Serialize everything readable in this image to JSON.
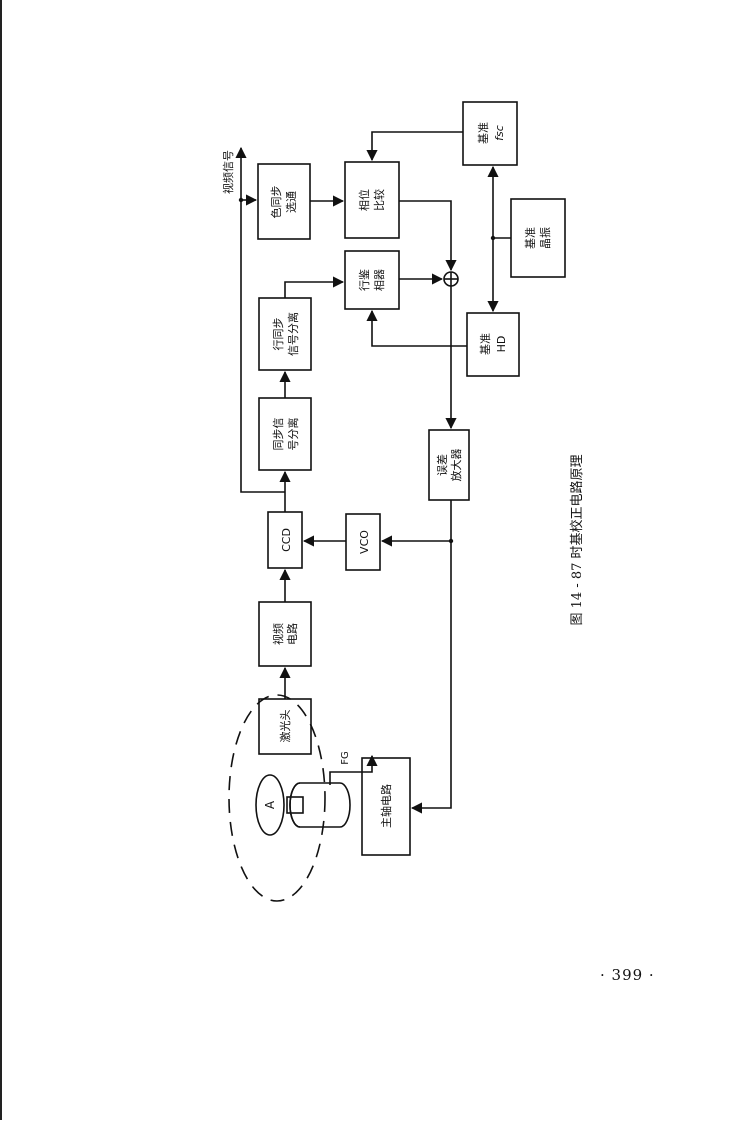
{
  "page_number": "· 399 ·",
  "caption": "图 14 - 87   时基校正电路原理",
  "blocks": {
    "laser_head": [
      "激光头"
    ],
    "rf_circuit": [
      "视频",
      "电路"
    ],
    "ccd": [
      "CCD"
    ],
    "vco": [
      "VCO"
    ],
    "sync_sep": [
      "同步信",
      "号分离"
    ],
    "hsync_sep": [
      "行同步",
      "信号分离"
    ],
    "hphase": [
      "行鉴",
      "相器"
    ],
    "color_sync": [
      "色同步",
      "选通"
    ],
    "phase_cmp": [
      "相位",
      "比较"
    ],
    "ref_fsc": [
      "基准",
      "fsc"
    ],
    "ref_crystal": [
      "基准",
      "晶振"
    ],
    "ref_hd": [
      "基准",
      "HD"
    ],
    "err_amp": [
      "误差",
      "放大器"
    ],
    "spindle": [
      "主轴电路"
    ]
  },
  "labels": {
    "video_out": "视频信号",
    "fg": "FG",
    "motor": "A"
  }
}
